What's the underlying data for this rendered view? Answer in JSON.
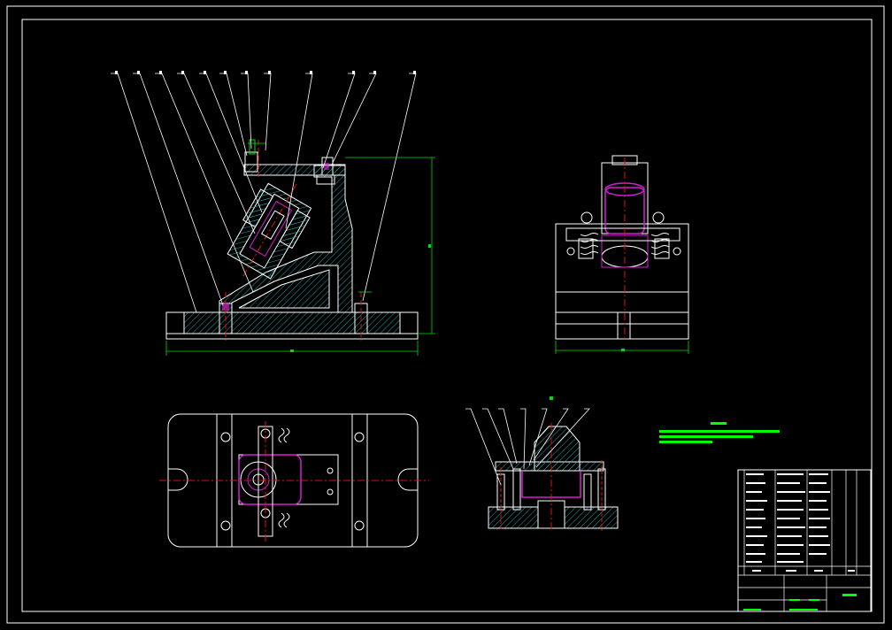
{
  "colors": {
    "background": "#000000",
    "line": "#ffffff",
    "hatch": "#2aa3a3",
    "centerline": "#e01010",
    "dimension": "#00e000",
    "highlight": "#d21fd2",
    "note": "#00ff00"
  },
  "views": [
    "front-section-view",
    "side-view",
    "top-view",
    "detail-section-view",
    "technical-requirements-notes",
    "title-block"
  ]
}
